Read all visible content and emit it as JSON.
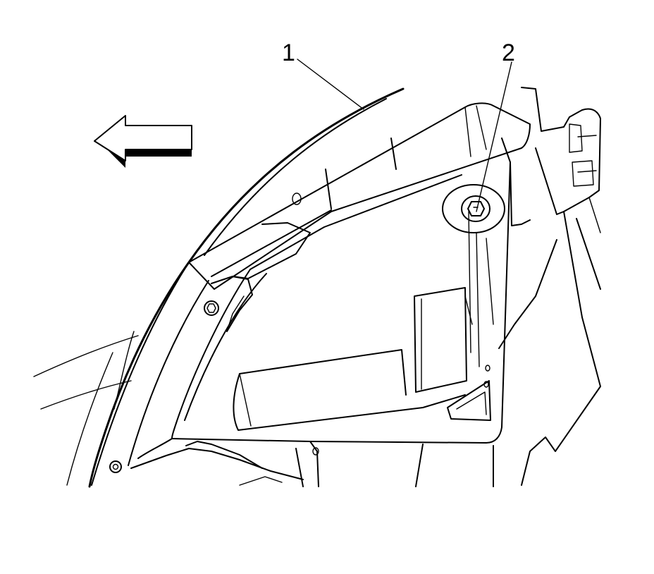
{
  "diagram": {
    "callouts": [
      {
        "id": "1",
        "label": "1"
      },
      {
        "id": "2",
        "label": "2"
      }
    ],
    "direction_arrow": "arrow-left-icon",
    "colors": {
      "line": "#000000",
      "background": "#ffffff"
    }
  }
}
